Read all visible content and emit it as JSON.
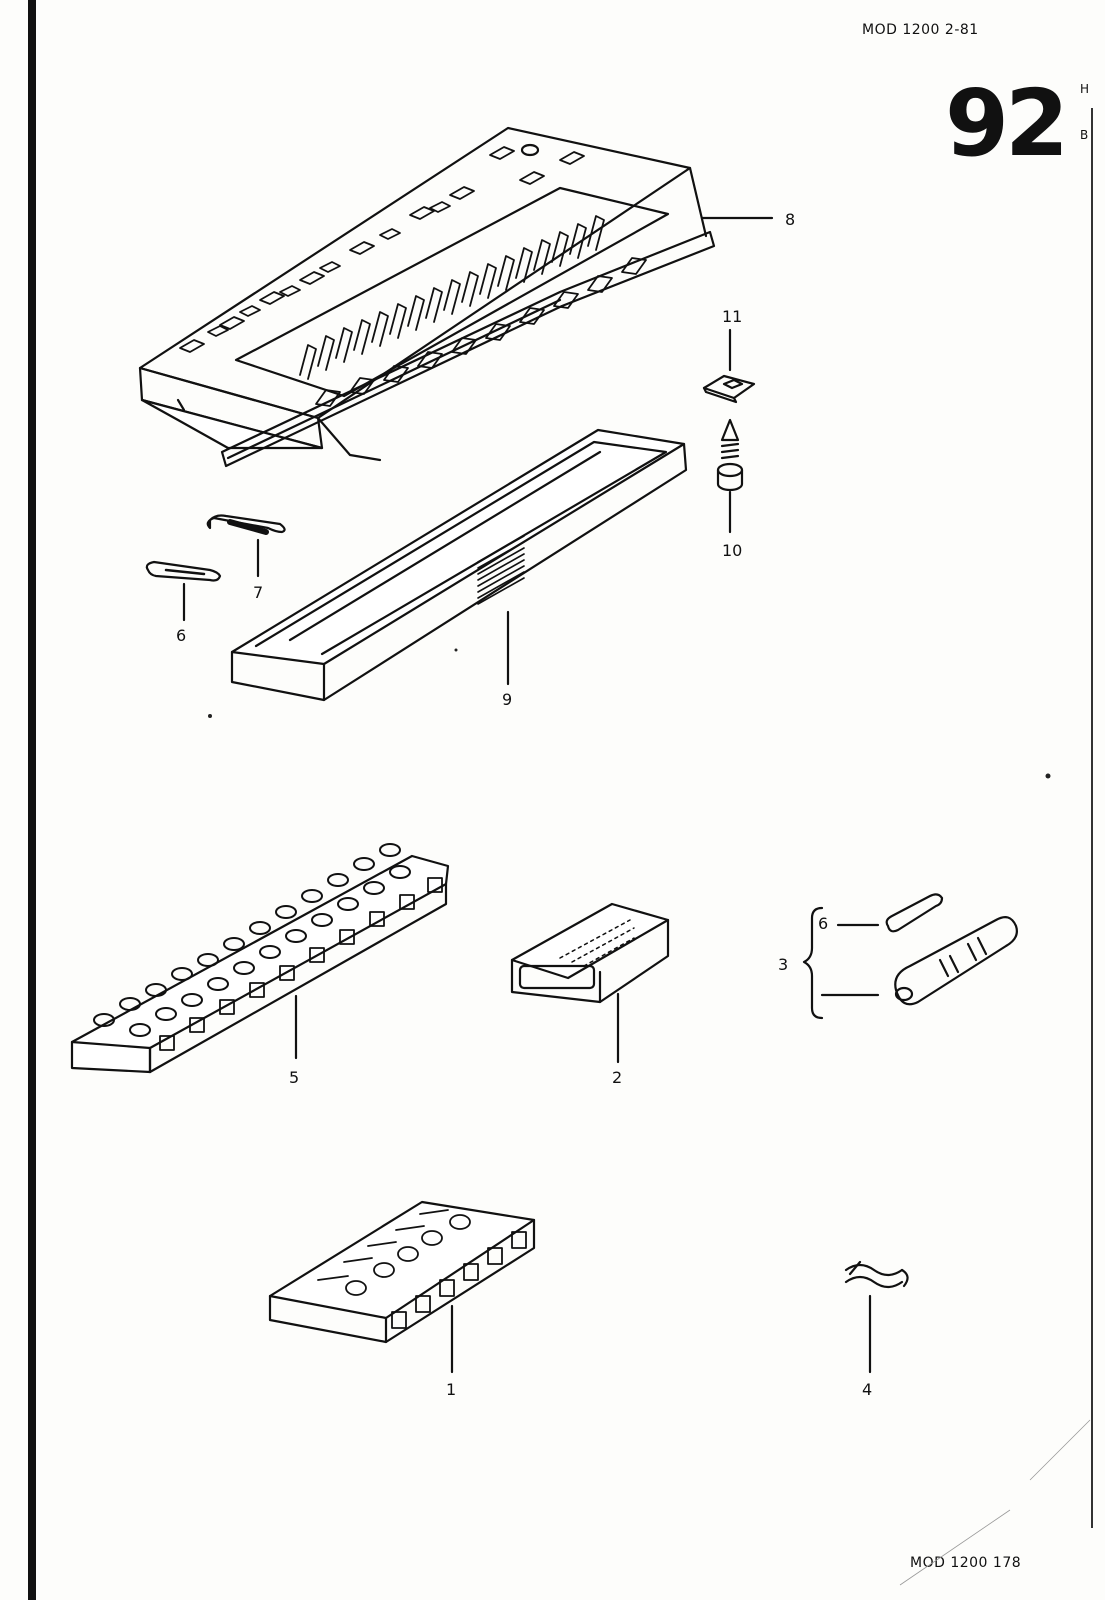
{
  "header": {
    "model_date": "MOD 1200   2-81",
    "page_number": "92",
    "edge_letters": [
      "H",
      "B"
    ]
  },
  "footer": {
    "model_ref": "MOD 1200  178"
  },
  "callouts": {
    "c1": "1",
    "c2": "2",
    "c3": "3",
    "c4": "4",
    "c5": "5",
    "c6a": "6",
    "c6b": "6",
    "c7": "7",
    "c8": "8",
    "c9": "9",
    "c10": "10",
    "c11": "11"
  },
  "parts_icons": [
    "fuse-box-icon",
    "fuse-box-cover-icon",
    "glass-fuse-icon",
    "ceramic-fuse-icon",
    "clip-icon",
    "screw-icon",
    "terminal-strip-icon",
    "connector-sleeve-icon",
    "inline-fuse-holder-icon",
    "cable-clip-icon",
    "terminal-block-icon"
  ]
}
